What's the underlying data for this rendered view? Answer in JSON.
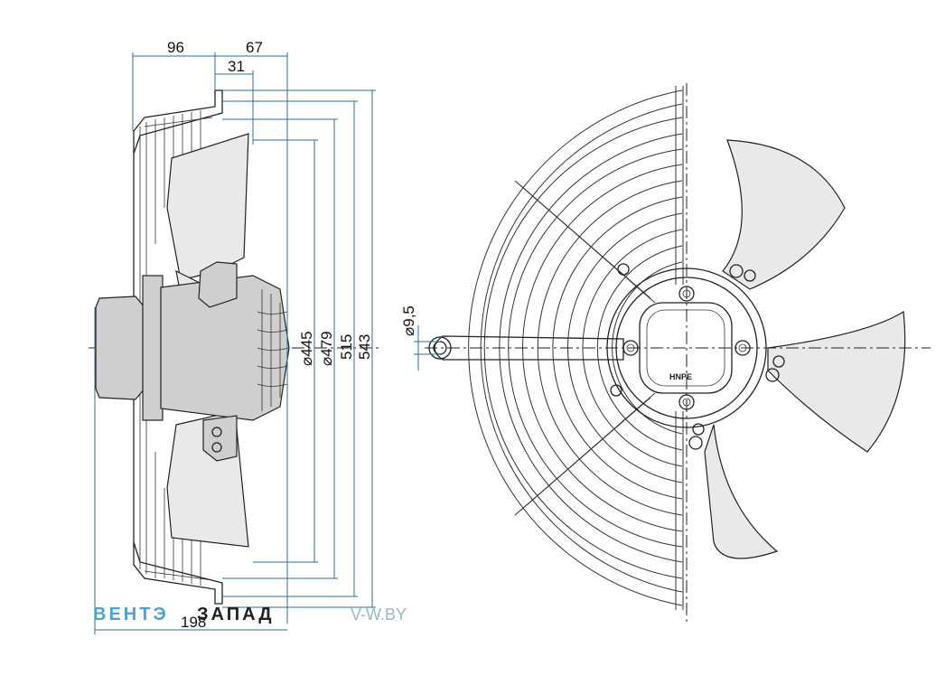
{
  "dimensions": {
    "d96": "96",
    "d67": "67",
    "d31": "31",
    "d198": "198",
    "d445": "⌀445",
    "d479": "⌀479",
    "d515": "515",
    "d543": "543",
    "d9_5": "⌀9,5"
  },
  "watermark": {
    "part1": "ВЕНТЭ",
    "part2": "ЗАПАД",
    "site": "V-W.BY",
    "color1": "#4aa3d8",
    "color2": "#222222",
    "color3": "#9ab6c8"
  },
  "motor_label": "HNPE"
}
